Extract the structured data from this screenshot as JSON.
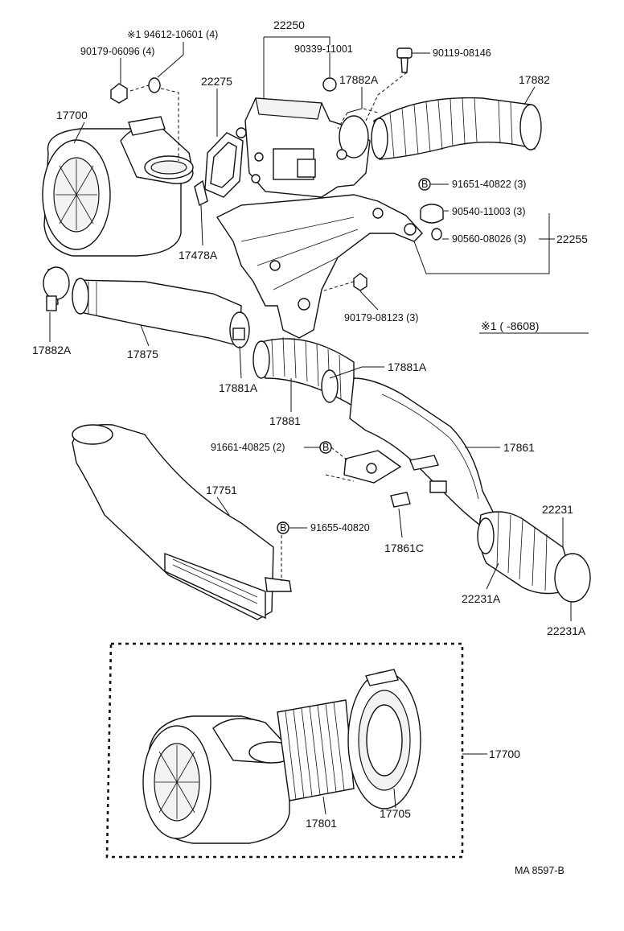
{
  "labels": {
    "p22250": "22250",
    "p90339": "90339-11001",
    "p90119": "90119-08146",
    "p94612": "※1 94612-10601 (4)",
    "p90179a": "90179-06096 (4)",
    "p22275": "22275",
    "p17882A_top": "17882A",
    "p17882": "17882",
    "p17700_top": "17700",
    "p91651": "91651-40822 (3)",
    "p90540": "90540-11003 (3)",
    "p90560": "90560-08026 (3)",
    "p22255": "22255",
    "p17478A": "17478A",
    "p90179b": "90179-08123 (3)",
    "p17882A_left": "17882A",
    "p17875": "17875",
    "p17881A_left": "17881A",
    "p17881A_right": "17881A",
    "p17881": "17881",
    "p91661": "91661-40825 (2)",
    "p17861": "17861",
    "p17751": "17751",
    "p91655": "91655-40820",
    "p17861C": "17861C",
    "p22231": "22231",
    "p22231A_a": "22231A",
    "p22231A_b": "22231A",
    "p17700_bot": "17700",
    "p17801": "17801",
    "p17705": "17705",
    "footnote": "※1 (       -8608)",
    "bolt_mark": "B",
    "code": "MA  8597-B"
  }
}
